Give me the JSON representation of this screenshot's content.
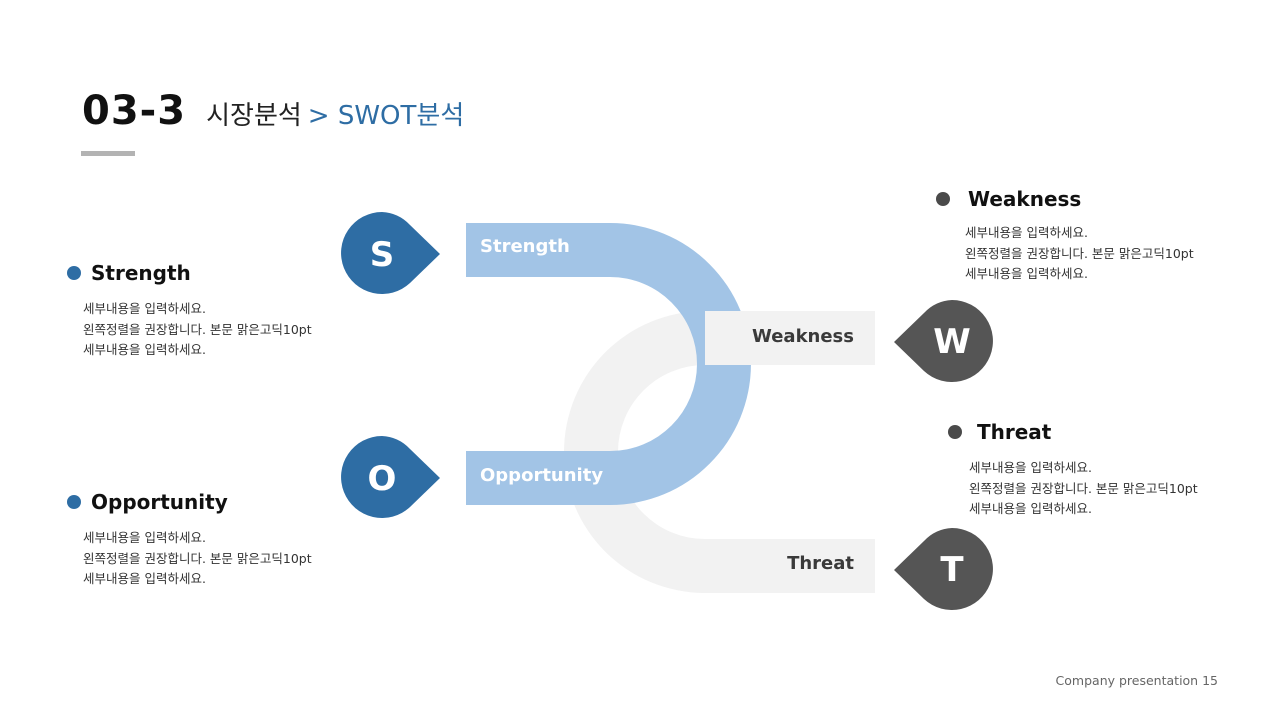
{
  "header": {
    "section_number": "03-3",
    "main_title": "시장분석",
    "sub_title": "> SWOT분석"
  },
  "diagram": {
    "badges": {
      "s": {
        "letter": "S",
        "band_label": "Strength"
      },
      "o": {
        "letter": "O",
        "band_label": "Opportunity"
      },
      "w": {
        "letter": "W",
        "band_label": "Weakness"
      },
      "t": {
        "letter": "T",
        "band_label": "Threat"
      }
    }
  },
  "items": {
    "strength": {
      "title": "Strength",
      "lines": [
        "세부내용을 입력하세요.",
        "왼쪽정렬을 권장합니다. 본문 맑은고딕10pt",
        "세부내용을 입력하세요."
      ]
    },
    "opportunity": {
      "title": "Opportunity",
      "lines": [
        "세부내용을 입력하세요.",
        "왼쪽정렬을 권장합니다. 본문 맑은고딕10pt",
        "세부내용을 입력하세요."
      ]
    },
    "weakness": {
      "title": "Weakness",
      "lines": [
        "세부내용을 입력하세요.",
        "왼쪽정렬을 권장합니다. 본문 맑은고딕10pt",
        "세부내용을 입력하세요."
      ]
    },
    "threat": {
      "title": "Threat",
      "lines": [
        "세부내용을 입력하세요.",
        "왼쪽정렬을 권장합니다. 본문 맑은고딕10pt",
        "세부내용을 입력하세요."
      ]
    }
  },
  "footer": {
    "text": "Company presentation 15"
  },
  "colors": {
    "blue_badge": "#2e6da4",
    "blue_band": "#a2c4e6",
    "gray_badge": "#555555",
    "gray_band": "#f2f2f2"
  }
}
